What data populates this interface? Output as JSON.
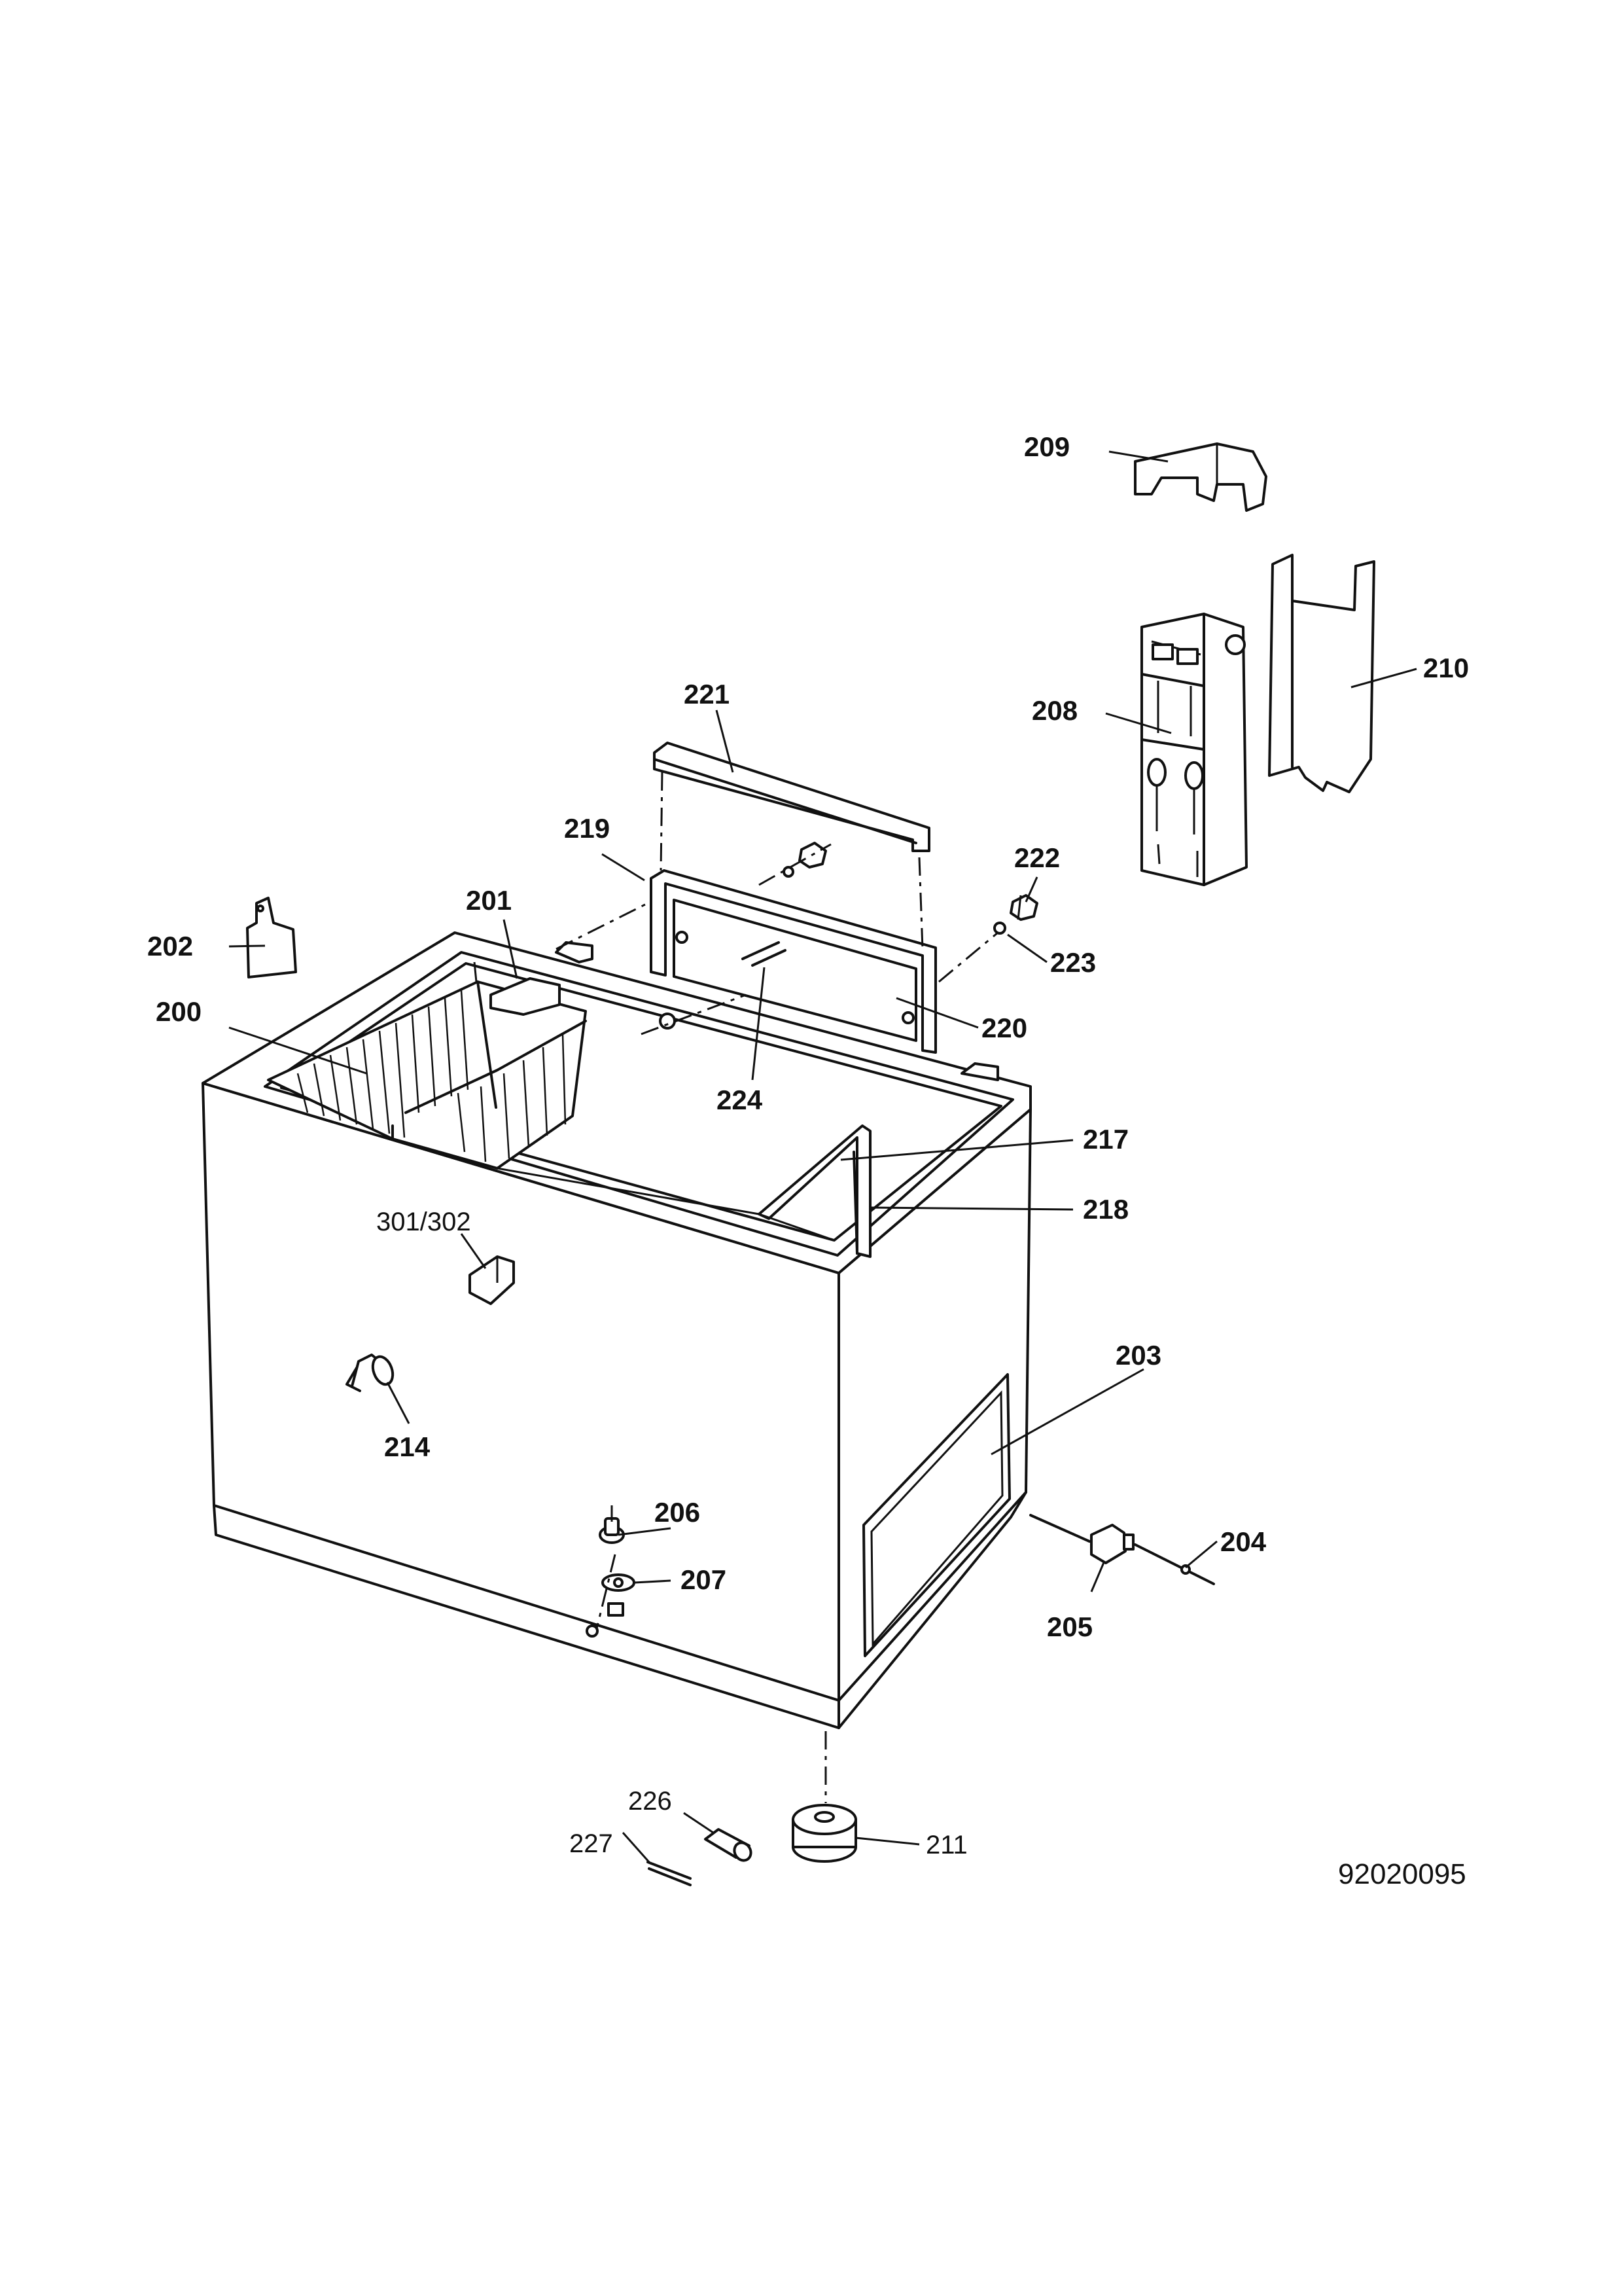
{
  "document": {
    "number": "92020095"
  },
  "callouts": [
    {
      "id": "200",
      "text": "200"
    },
    {
      "id": "201",
      "text": "201"
    },
    {
      "id": "202",
      "text": "202"
    },
    {
      "id": "203",
      "text": "203"
    },
    {
      "id": "204",
      "text": "204"
    },
    {
      "id": "205",
      "text": "205"
    },
    {
      "id": "206",
      "text": "206"
    },
    {
      "id": "207",
      "text": "207"
    },
    {
      "id": "208",
      "text": "208"
    },
    {
      "id": "209",
      "text": "209"
    },
    {
      "id": "210",
      "text": "210"
    },
    {
      "id": "211",
      "text": "211"
    },
    {
      "id": "214",
      "text": "214"
    },
    {
      "id": "217",
      "text": "217"
    },
    {
      "id": "218",
      "text": "218"
    },
    {
      "id": "219",
      "text": "219"
    },
    {
      "id": "220",
      "text": "220"
    },
    {
      "id": "221",
      "text": "221"
    },
    {
      "id": "222",
      "text": "222"
    },
    {
      "id": "223",
      "text": "223"
    },
    {
      "id": "224",
      "text": "224"
    },
    {
      "id": "226",
      "text": "226"
    },
    {
      "id": "227",
      "text": "227"
    },
    {
      "id": "301_302",
      "text": "301/302"
    }
  ]
}
